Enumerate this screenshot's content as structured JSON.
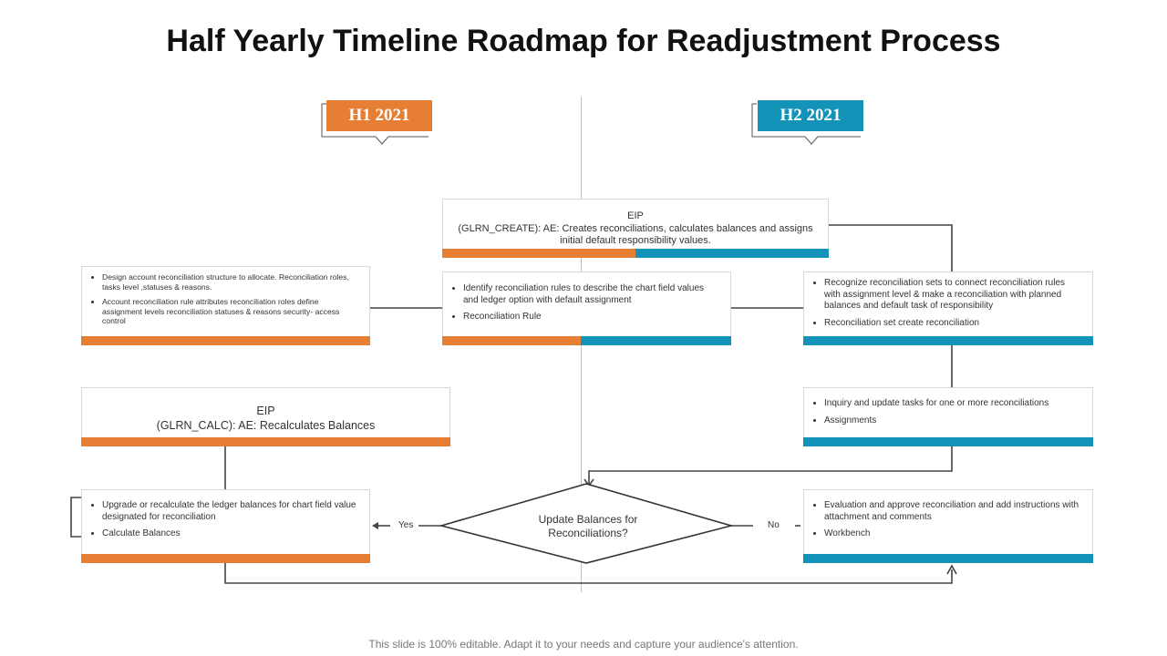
{
  "title": "Half Yearly Timeline Roadmap for Readjustment Process",
  "colors": {
    "h1": "#e67e33",
    "h2": "#1493b8",
    "line": "#444444",
    "divider": "#bfbfbf"
  },
  "phases": {
    "h1": "H1 2021",
    "h2": "H2 2021"
  },
  "eip_create": {
    "title": "EIP",
    "text": "(GLRN_CREATE): AE:  Creates reconciliations, calculates balances and assigns initial default responsibility values."
  },
  "eip_calc": {
    "title": "EIP",
    "text": "(GLRN_CALC):  AE: Recalculates Balances"
  },
  "design": {
    "b1": "Design account reconciliation structure to allocate. Reconciliation roles, tasks level ,statuses & reasons.",
    "b2": "Account reconciliation rule attributes reconciliation roles define assignment levels reconciliation statuses & reasons security- access control"
  },
  "identify": {
    "b1": "Identify reconciliation rules to describe the chart field values and ledger option with default assignment",
    "b2": "Reconciliation Rule"
  },
  "recognize": {
    "b1": "Recognize reconciliation sets to connect reconciliation rules with assignment level & make a reconciliation with planned balances and default task of responsibility",
    "b2": "Reconciliation set create reconciliation"
  },
  "inquiry": {
    "b1": "Inquiry and update tasks for one or more reconciliations",
    "b2": "Assignments"
  },
  "upgrade": {
    "b1": "Upgrade or recalculate the ledger balances for chart field value designated for reconciliation",
    "b2": "Calculate Balances"
  },
  "evaluation": {
    "b1": "Evaluation and approve reconciliation and add instructions with attachment and comments",
    "b2": "Workbench"
  },
  "decision": {
    "text": "Update Balances for Reconciliations?",
    "yes": "Yes",
    "no": "No"
  },
  "footer": "This slide is 100% editable. Adapt it to your needs and capture your audience's attention."
}
